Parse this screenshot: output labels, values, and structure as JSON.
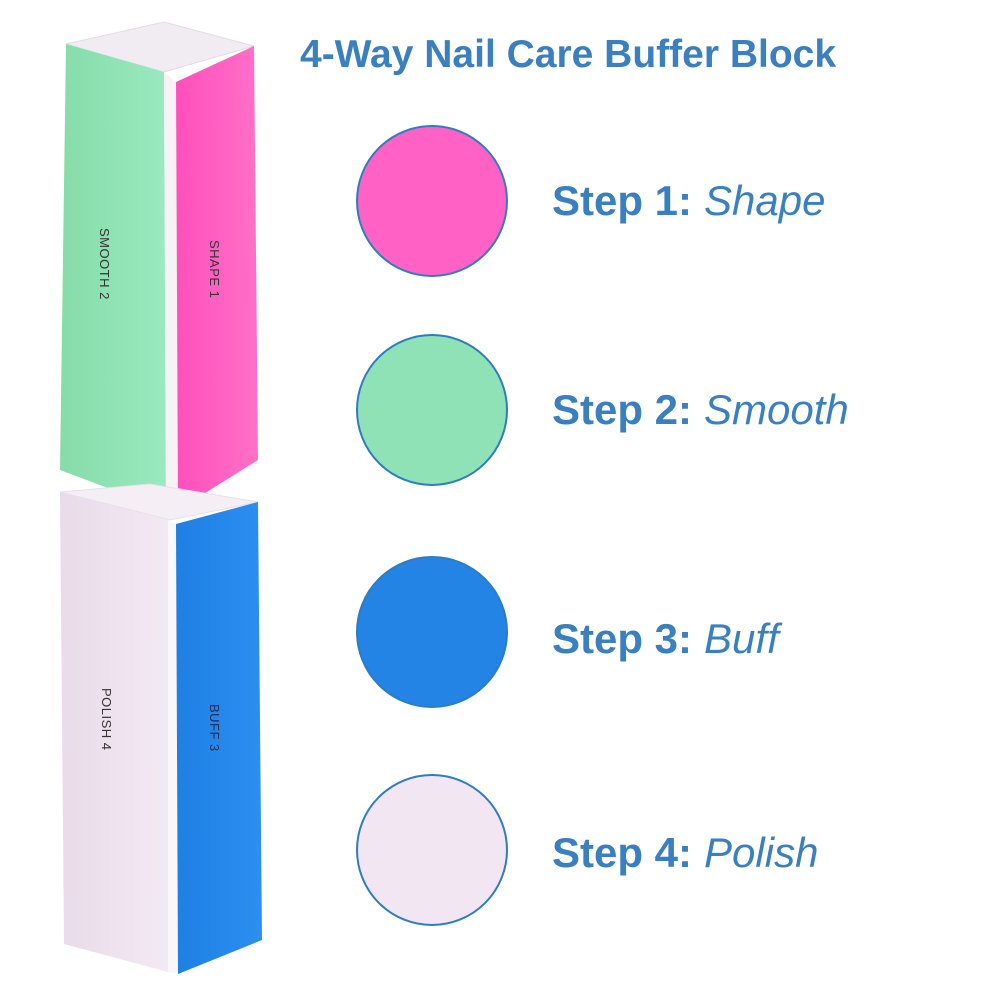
{
  "title": "4-Way Nail Care Buffer Block",
  "colors": {
    "text_blue": "#3a7fc0",
    "ring_blue": "#2d7dc4",
    "pink": "#ff62c4",
    "green": "#8fe2b5",
    "blue": "#2484e6",
    "lavender": "#f2e6f2"
  },
  "block_labels": {
    "smooth": "SMOOTH 2",
    "shape": "SHAPE 1",
    "polish": "POLISH 4",
    "buff": "BUFF 3"
  },
  "steps": [
    {
      "number": "Step 1:",
      "name": "Shape",
      "color": "#ff62c4"
    },
    {
      "number": "Step 2:",
      "name": "Smooth",
      "color": "#8fe2b5"
    },
    {
      "number": "Step 3:",
      "name": "Buff",
      "color": "#2484e6"
    },
    {
      "number": "Step 4:",
      "name": "Polish",
      "color": "#f2e6f2"
    }
  ]
}
